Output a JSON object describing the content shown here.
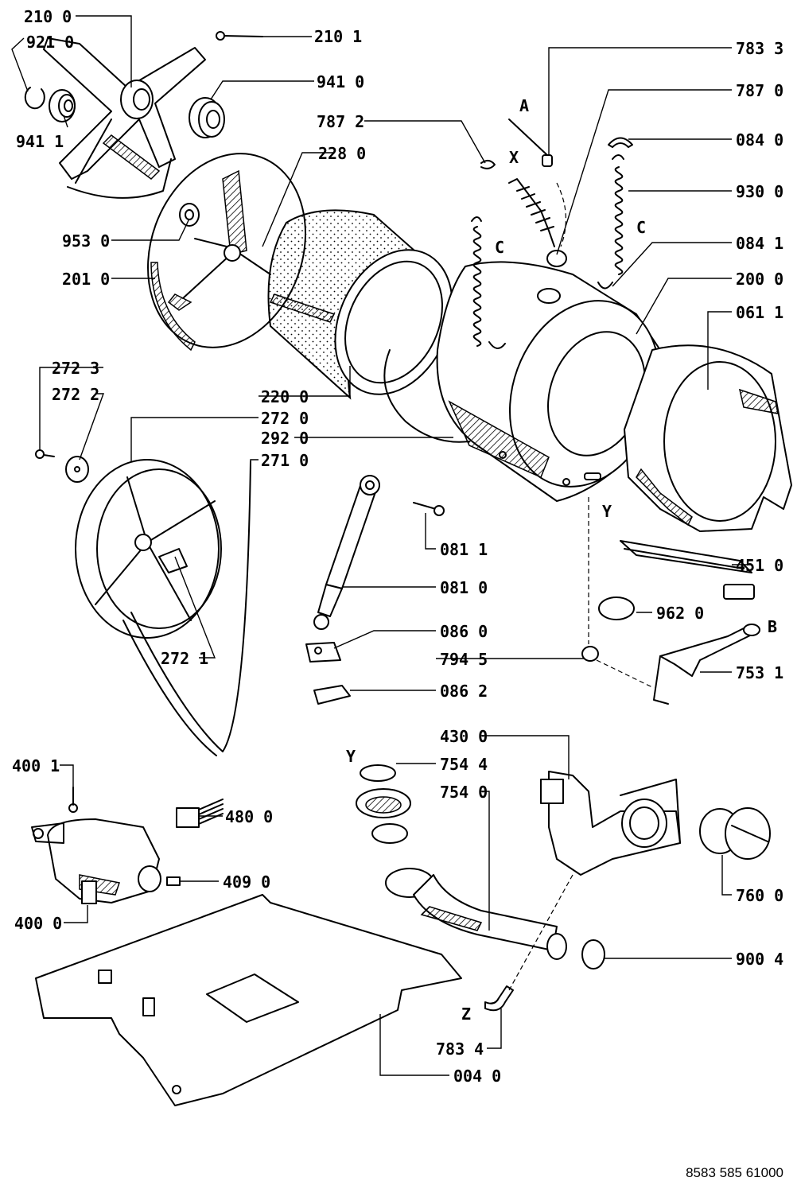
{
  "drawing_code": "8583 585 61000",
  "labels": {
    "l2100": "210 0",
    "l9210": "921 0",
    "l9411": "941 1",
    "l2101": "210 1",
    "l9410": "941 0",
    "l2280": "228 0",
    "l9530": "953 0",
    "l2010": "201 0",
    "l7833": "783 3",
    "l7870": "787 0",
    "l7872": "787 2",
    "l0840": "084 0",
    "l9300": "930 0",
    "l0841": "084 1",
    "l2000": "200 0",
    "l0611": "061 1",
    "l2723": "272 3",
    "l2722": "272 2",
    "l2720": "272 0",
    "l2200": "220 0",
    "l2920": "292 0",
    "l2710": "271 0",
    "l2721": "272 1",
    "l0811": "081 1",
    "l0810": "081 0",
    "l0860": "086 0",
    "l7945": "794 5",
    "l0862": "086 2",
    "l4510": "451 0",
    "l9620": "962 0",
    "l7531": "753 1",
    "l4001": "400 1",
    "l4800": "480 0",
    "l4090": "409 0",
    "l4000": "400 0",
    "l4300": "430 0",
    "l7544": "754 4",
    "l7540": "754 0",
    "l7600": "760 0",
    "l9004": "900 4",
    "l7834": "783 4",
    "l0040": "004 0"
  },
  "markers": {
    "A": "A",
    "X": "X",
    "C1": "C",
    "C2": "C",
    "Y1": "Y",
    "B": "B",
    "Y2": "Y",
    "Z": "Z"
  }
}
